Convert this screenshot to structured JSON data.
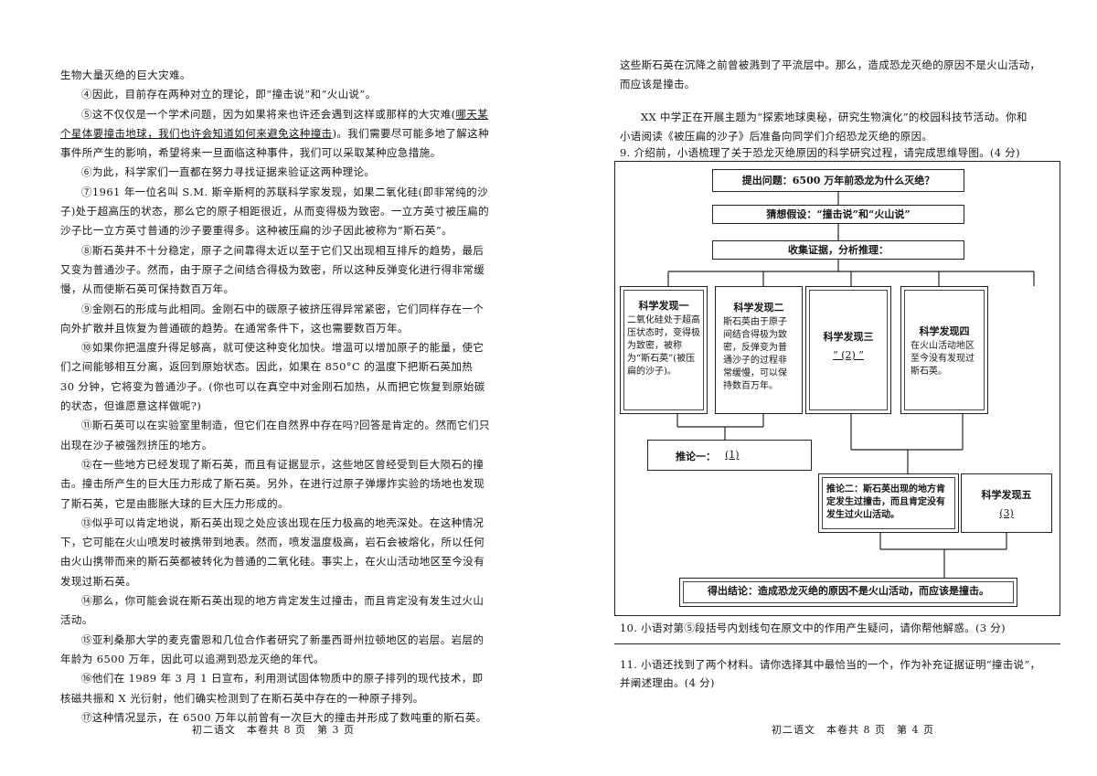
{
  "left_page": {
    "paragraphs": [
      "生物大量灭绝的巨大灾难。",
      "④因此，目前存在两种对立的理论，即“撞击说”和“火山说”。",
      "⑤这不仅仅是一个学术问题，因为如果将来也许还会遇到这样或那样的大灾难(",
      "哪天某个星体要撞击地球，我们也许会知道如何来避免这种撞击",
      ")。我们需要尽可能多地了解这种事件所产生的影响，希望将来一旦面临这种事件，我们可以采取某种应急措施。",
      "⑥为此，科学家们一直都在努力寻找证据来验证这两种理论。",
      "⑦1961 年一位名叫 S.M. 斯辛斯柯的苏联科学家发现，如果二氧化硅(即非常纯的沙子)处于超高压的状态，那么它的原子相距很近，从而变得极为致密。一立方英寸被压扁的沙子比一立方英寸普通的沙子要重得多。这种被压扁的沙子因此被称为“斯石英”。",
      "⑧斯石英并不十分稳定，原子之间靠得太近以至于它们又出现相互排斥的趋势，最后又变为普通沙子。然而，由于原子之间结合得极为致密，所以这种反弹变化进行得非常缓慢，从而使斯石英可保持数百万年。",
      "⑨金刚石的形成与此相同。金刚石中的碳原子被挤压得异常紧密，它们同样存在一个向外扩散并且恢复为普通碳的趋势。在通常条件下，这也需要数百万年。",
      "⑩如果你把温度升得足够高，就可使这种变化加快。增温可以增加原子的能量，使它们之间能够相互分离，返回到原始状态。因此，如果在 850°C 的温度下把斯石英加热 30 分钟，它将变为普通沙子。(你也可以在真空中对金刚石加热，从而把它恢复到原始碳的状态，但谁愿意这样做呢?)",
      "⑪斯石英可以在实验室里制造，但它们在自然界中存在吗?回答是肯定的。然而它们只出现在沙子被强烈挤压的地方。",
      "⑫在一些地方已经发现了斯石英，而且有证据显示，这些地区曾经受到巨大陨石的撞击。撞击所产生的巨大压力形成了斯石英。另外，在进行过原子弹爆炸实验的场地也发现了斯石英，它是由膨胀大球的巨大压力形成的。",
      "⑬似乎可以肯定地说，斯石英出现之处应该出现在压力极高的地壳深处。在这种情况下，它可能在火山喷发时被携带到地表。然而，喷发温度极高，岩石会被熔化，所以任何由火山携带而来的斯石英都被转化为普通的二氧化硅。事实上，在火山活动地区至今没有发现过斯石英。",
      "⑭那么，你可能会说在斯石英出现的地方肯定发生过撞击，而且肯定没有发生过火山活动。",
      "⑮亚利桑那大学的麦克雷恩和几位合作者研究了新墨西哥州拉顿地区的岩层。岩层的年龄为 6500 万年，因此可以追溯到恐龙灭绝的年代。",
      "⑯他们在 1989 年 3 月 1 日宣布，利用测试固体物质中的原子排列的现代技术，即核磁共振和 X 光衍射，他们确实检测到了在斯石英中存在的一种原子排列。",
      "⑰这种情况显示，在 6500 万年以前曾有一次巨大的撞击并形成了数吨重的斯石英。"
    ],
    "footer": "初二语文　本卷共 8 页　第 3 页"
  },
  "right_page": {
    "top_lines": [
      "这些斯石英在沉降之前曾被溅到了平流层中。那么，造成恐龙灭绝的原因不是火山活动，",
      "而应该是撞击。"
    ],
    "intro_1": "XX 中学正在开展主题为“探索地球奥秘，研究生物演化”的校园科技节活动。你和",
    "intro_2": "小语阅读《被压扁的沙子》后准备向同学们介绍恐龙灭绝的原因。",
    "q9": "9. 介绍前，小语梳理了关于恐龙灭绝原因的科学研究过程，请完成思维导图。(4 分)",
    "diagram": {
      "question": "提出问题：6500 万年前恐龙为什么灭绝？",
      "hypothesis": "猜想假设：“撞击说”和“火山说”",
      "collect": "收集证据，分析推理：",
      "d1_title": "科学发现一",
      "d1_text": "二氧化硅处于超高压状态时，变得极为致密，被称为“斯石英”(被压扁的沙子)。",
      "d2_title": "科学发现二",
      "d2_text": "斯石英由于原子间结合得极为致密，反弹变为普通沙子的过程非常缓慢，可以保持数百万年。",
      "d3_title": "科学发现三",
      "d3_blank": "“ (2) ”",
      "d4_title": "科学发现四",
      "d4_text": "在火山活动地区至今没有发现过斯石英。",
      "inf1_label": "推论一：",
      "inf1_blank": "(1)",
      "inf2": "推论二：斯石英出现的地方肯定发生过撞击，而且肯定没有发生过火山活动。",
      "d5_title": "科学发现五",
      "d5_blank": "(3)",
      "conclusion": "得出结论：造成恐龙灭绝的原因不是火山活动，而应该是撞击。"
    },
    "q10": "10. 小语对第⑤段括号内划线句在原文中的作用产生疑问，请你帮他解惑。(3 分)",
    "q11_1": "11. 小语还找到了两个材料。请你选择其中最恰当的一个，作为补充证据证明“撞击说”，",
    "q11_2": "并阐述理由。(4 分)",
    "footer": "初二语文　本卷共 8 页　第 4 页"
  }
}
